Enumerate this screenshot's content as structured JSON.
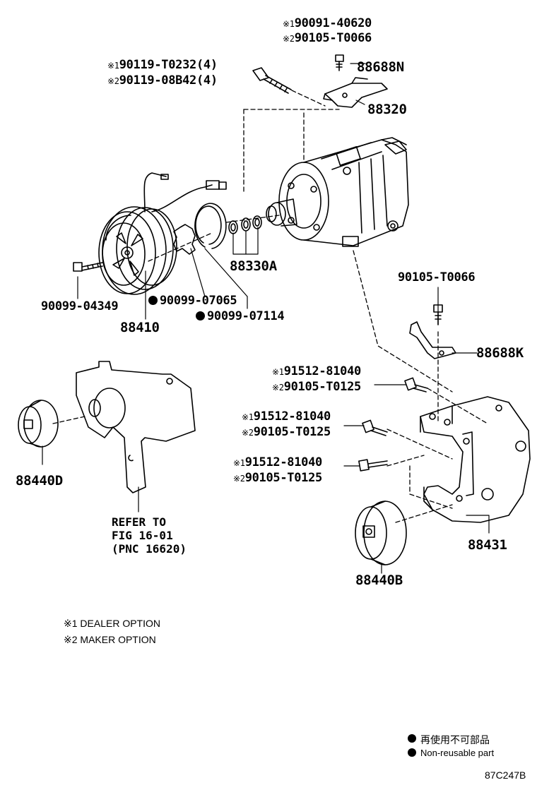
{
  "parts": {
    "p88688N": "88688N",
    "p88320": "88320",
    "p88330A": "88330A",
    "p88410": "88410",
    "p90099_04349": "90099-04349",
    "p90099_07065": "90099-07065",
    "p90099_07114": "90099-07114",
    "p90105_T0066": "90105-T0066",
    "p88688K": "88688K",
    "p88440D": "88440D",
    "p88431": "88431",
    "p88440B": "88440B"
  },
  "option_groups": {
    "top_bolt": {
      "o1": "90091-40620",
      "o2": "90105-T0066"
    },
    "comp_bolt": {
      "o1": "90119-T0232(4)",
      "o2": "90119-08B42(4)"
    },
    "bolt_a": {
      "o1": "91512-81040",
      "o2": "90105-T0125"
    },
    "bolt_b": {
      "o1": "91512-81040",
      "o2": "90105-T0125"
    },
    "bolt_c": {
      "o1": "91512-81040",
      "o2": "90105-T0125"
    }
  },
  "marks": {
    "m1": "※1",
    "m2": "※2"
  },
  "reference": {
    "line1": "REFER TO",
    "line2": "FIG 16-01",
    "line3": "(PNC 16620)"
  },
  "notes": {
    "dealer": "※1 DEALER OPTION",
    "maker": "※2 MAKER OPTION"
  },
  "legend": {
    "jp": "再使用不可部品",
    "en": "Non-reusable part"
  },
  "figure_code": "87C247B"
}
